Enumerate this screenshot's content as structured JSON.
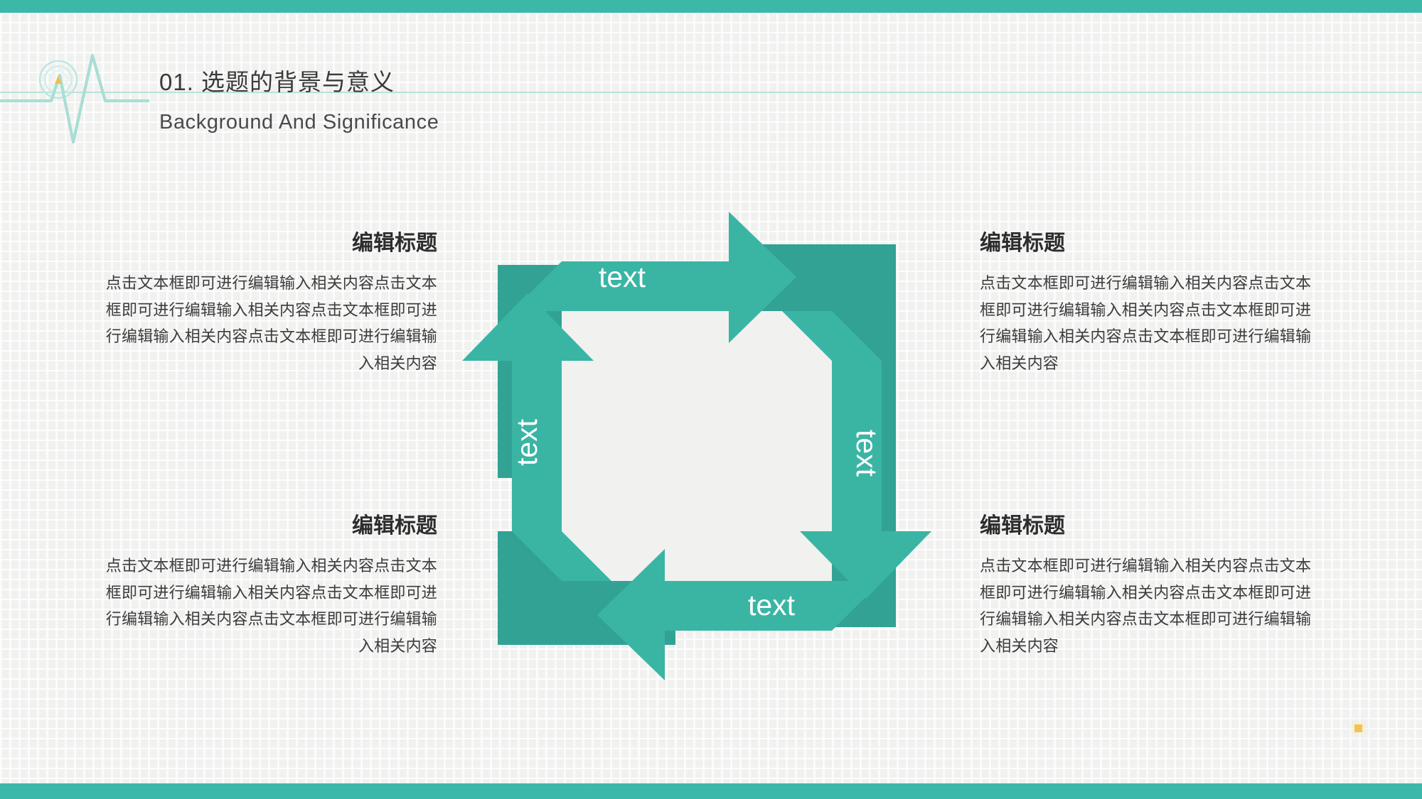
{
  "slide": {
    "accent_color": "#3cb8a8",
    "arrow_light": "#3ab5a4",
    "arrow_dark": "#32a295",
    "background_color": "#f1f1f0",
    "rule_color": "#b7e3db",
    "dot_color": "#f2c14a"
  },
  "header": {
    "title": "01. 选题的背景与意义",
    "subtitle": "Background And Significance",
    "icon": "heartbeat-ecg-icon"
  },
  "diagram": {
    "type": "cycle-arrows",
    "arrows": [
      {
        "id": "top",
        "label": "text",
        "direction": "right"
      },
      {
        "id": "right",
        "label": "text",
        "direction": "down"
      },
      {
        "id": "bottom",
        "label": "text",
        "direction": "left"
      },
      {
        "id": "left",
        "label": "text",
        "direction": "up"
      }
    ]
  },
  "blocks": {
    "top_left": {
      "title": "编辑标题",
      "body": "点击文本框即可进行编辑输入相关内容点击文本框即可进行编辑输入相关内容点击文本框即可进行编辑输入相关内容点击文本框即可进行编辑输入相关内容"
    },
    "top_right": {
      "title": "编辑标题",
      "body": "点击文本框即可进行编辑输入相关内容点击文本框即可进行编辑输入相关内容点击文本框即可进行编辑输入相关内容点击文本框即可进行编辑输入相关内容"
    },
    "bottom_left": {
      "title": "编辑标题",
      "body": "点击文本框即可进行编辑输入相关内容点击文本框即可进行编辑输入相关内容点击文本框即可进行编辑输入相关内容点击文本框即可进行编辑输入相关内容"
    },
    "bottom_right": {
      "title": "编辑标题",
      "body": "点击文本框即可进行编辑输入相关内容点击文本框即可进行编辑输入相关内容点击文本框即可进行编辑输入相关内容点击文本框即可进行编辑输入相关内容"
    }
  }
}
